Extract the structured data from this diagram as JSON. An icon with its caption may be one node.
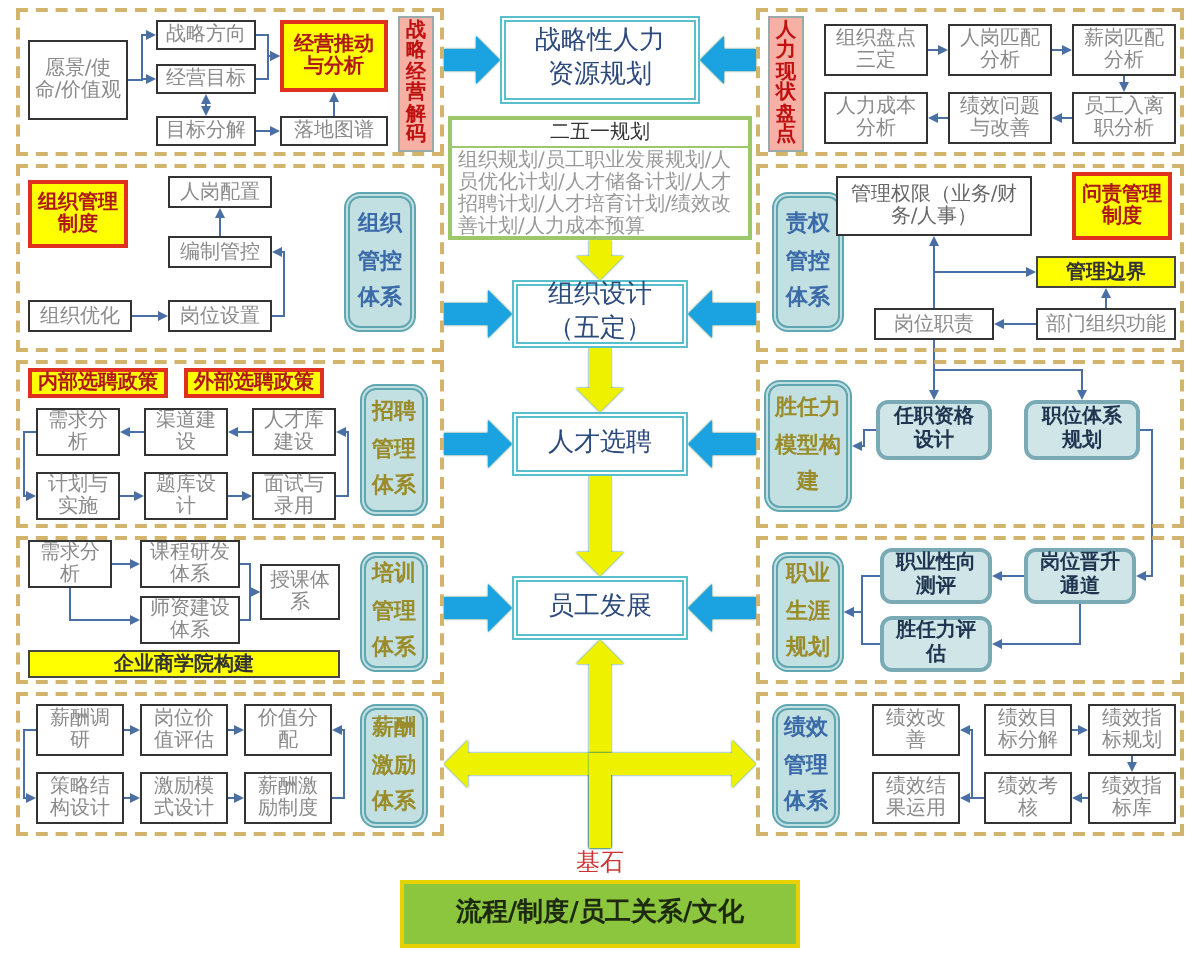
{
  "diagram": {
    "nodes": [
      {
        "text": [],
        "shape": "box"
      },
      {
        "text": [
          "愿景/使命/价值观"
        ],
        "in": 0
      },
      {
        "text": [
          "战略方向"
        ],
        "in": 0
      },
      {
        "text": [
          "经营目标"
        ],
        "in": 0
      },
      {
        "text": [
          "目标分解"
        ],
        "in": 0
      },
      {
        "text": [
          "落地图谱"
        ],
        "in": 0
      },
      {
        "text": [
          "经营推动与分析"
        ],
        "in": 0
      },
      {
        "text": [
          "战略经营解码"
        ],
        "in": 0
      },
      {
        "text": [
          "战略性人力资源规划"
        ]
      },
      {
        "text": [],
        "shape": "box"
      },
      {
        "text": [
          "人力现状盘点"
        ],
        "in": 9
      },
      {
        "text": [
          "组织盘点三定"
        ],
        "in": 9
      },
      {
        "text": [
          "人岗匹配分析"
        ],
        "in": 9
      },
      {
        "text": [
          "薪岗匹配分析"
        ],
        "in": 9
      },
      {
        "text": [
          "人力成本分析"
        ],
        "in": 9
      },
      {
        "text": [
          "绩效问题与改善"
        ],
        "in": 9
      },
      {
        "text": [
          "员工入离职分析"
        ],
        "in": 9
      },
      {
        "text": [
          "二五一规划",
          "组织规划/员工职业发展规划/人员优化计划/人才储备计划/人才招聘计划/人才培育计划/绩效改善计划/人力成本预算"
        ]
      },
      {
        "text": [],
        "shape": "box"
      },
      {
        "text": [
          "组织管理制度"
        ],
        "in": 18
      },
      {
        "text": [
          "人岗配置"
        ],
        "in": 18
      },
      {
        "text": [
          "编制管控"
        ],
        "in": 18
      },
      {
        "text": [
          "组织优化"
        ],
        "in": 18
      },
      {
        "text": [
          "岗位设置"
        ],
        "in": 18
      },
      {
        "text": [
          "组织管控体系"
        ],
        "in": 18
      },
      {
        "text": [
          "组织设计（五定）"
        ]
      },
      {
        "text": [],
        "shape": "box"
      },
      {
        "text": [
          "责权管控体系"
        ],
        "in": 26
      },
      {
        "text": [
          "管理权限（业务/财务/人事）"
        ],
        "in": 26
      },
      {
        "text": [
          "问责管理制度"
        ],
        "in": 26
      },
      {
        "text": [
          "管理边界"
        ],
        "in": 26
      },
      {
        "text": [
          "岗位职责"
        ],
        "in": 26
      },
      {
        "text": [
          "部门组织功能"
        ],
        "in": 26
      },
      {
        "text": [],
        "shape": "box"
      },
      {
        "text": [
          "内部选聘政策"
        ],
        "in": 33
      },
      {
        "text": [
          "外部选聘政策"
        ],
        "in": 33
      },
      {
        "text": [
          "需求分析"
        ],
        "in": 33
      },
      {
        "text": [
          "渠道建设"
        ],
        "in": 33
      },
      {
        "text": [
          "人才库建设"
        ],
        "in": 33
      },
      {
        "text": [
          "计划与实施"
        ],
        "in": 33
      },
      {
        "text": [
          "题库设计"
        ],
        "in": 33
      },
      {
        "text": [
          "面试与录用"
        ],
        "in": 33
      },
      {
        "text": [
          "招聘管理体系"
        ],
        "in": 33
      },
      {
        "text": [
          "人才选聘"
        ]
      },
      {
        "text": [],
        "shape": "box"
      },
      {
        "text": [
          "胜任力模型构建"
        ],
        "in": 44
      },
      {
        "text": [
          "任职资格设计"
        ],
        "in": 44
      },
      {
        "text": [
          "职位体系规划"
        ],
        "in": 44
      },
      {
        "text": [],
        "shape": "box"
      },
      {
        "text": [
          "需求分析"
        ],
        "in": 48
      },
      {
        "text": [
          "课程研发体系"
        ],
        "in": 48
      },
      {
        "text": [
          "师资建设体系"
        ],
        "in": 48
      },
      {
        "text": [
          "授课体系"
        ],
        "in": 48
      },
      {
        "text": [
          "企业商学院构建"
        ],
        "in": 48
      },
      {
        "text": [
          "培训管理体系"
        ],
        "in": 48
      },
      {
        "text": [
          "员工发展"
        ]
      },
      {
        "text": [],
        "shape": "box"
      },
      {
        "text": [
          "职业生涯规划"
        ],
        "in": 56
      },
      {
        "text": [
          "职业性向测评"
        ],
        "in": 56
      },
      {
        "text": [
          "岗位晋升通道"
        ],
        "in": 56
      },
      {
        "text": [
          "胜任力评估"
        ],
        "in": 56
      },
      {
        "text": [],
        "shape": "box"
      },
      {
        "text": [
          "薪酬调研"
        ],
        "in": 61
      },
      {
        "text": [
          "岗位价值评估"
        ],
        "in": 61
      },
      {
        "text": [
          "价值分配"
        ],
        "in": 61
      },
      {
        "text": [
          "策略结构设计"
        ],
        "in": 61
      },
      {
        "text": [
          "激励模式设计"
        ],
        "in": 61
      },
      {
        "text": [
          "薪酬激励制度"
        ],
        "in": 61
      },
      {
        "text": [
          "薪酬激励体系"
        ],
        "in": 61
      },
      {
        "text": [],
        "shape": "box"
      },
      {
        "text": [
          "绩效管理体系"
        ],
        "in": 69
      },
      {
        "text": [
          "绩效改善"
        ],
        "in": 69
      },
      {
        "text": [
          "绩效目标分解"
        ],
        "in": 69
      },
      {
        "text": [
          "绩效指标规划"
        ],
        "in": 69
      },
      {
        "text": [
          "绩效结果运用"
        ],
        "in": 69
      },
      {
        "text": [
          "绩效考核"
        ],
        "in": 69
      },
      {
        "text": [
          "绩效指标库"
        ],
        "in": 69
      },
      {
        "text": [
          "基石",
          "流程/制度/员工关系/文化"
        ]
      }
    ],
    "edges": [
      {
        "from": 1,
        "to": 2,
        "arrow": "to"
      },
      {
        "from": 1,
        "to": 3,
        "arrow": "to"
      },
      {
        "from": 2,
        "to": 6,
        "arrow": "to"
      },
      {
        "from": 3,
        "to": 6,
        "arrow": "to"
      },
      {
        "from": 4,
        "to": 3,
        "arrow": "both"
      },
      {
        "from": 4,
        "to": 5,
        "arrow": "to"
      },
      {
        "from": 5,
        "to": 6,
        "arrow": "to"
      },
      {
        "from": 11,
        "to": 12,
        "arrow": "to"
      },
      {
        "from": 12,
        "to": 13,
        "arrow": "to"
      },
      {
        "from": 13,
        "to": 16,
        "arrow": "to"
      },
      {
        "from": 16,
        "to": 15,
        "arrow": "to"
      },
      {
        "from": 15,
        "to": 14,
        "arrow": "to"
      },
      {
        "from": 0,
        "to": 8,
        "arrow": "to",
        "style": "thick",
        "color": "#1aa3e0"
      },
      {
        "from": 9,
        "to": 8,
        "arrow": "to",
        "style": "thick",
        "color": "#1aa3e0"
      },
      {
        "from": 17,
        "to": 25,
        "arrow": "to",
        "style": "thick",
        "color": "#eef200"
      },
      {
        "from": 22,
        "to": 23,
        "arrow": "to"
      },
      {
        "from": 23,
        "to": 21,
        "arrow": "to"
      },
      {
        "from": 21,
        "to": 20,
        "arrow": "to"
      },
      {
        "from": 18,
        "to": 25,
        "arrow": "to",
        "style": "thick",
        "color": "#1aa3e0"
      },
      {
        "from": 32,
        "to": 31,
        "arrow": "to"
      },
      {
        "from": 32,
        "to": 30,
        "arrow": "to"
      },
      {
        "from": 31,
        "to": 30,
        "arrow": "to"
      },
      {
        "from": 31,
        "to": 28,
        "arrow": "to"
      },
      {
        "from": 26,
        "to": 25,
        "arrow": "to",
        "style": "thick",
        "color": "#1aa3e0"
      },
      {
        "from": 25,
        "to": 43,
        "arrow": "to",
        "style": "thick",
        "color": "#eef200"
      },
      {
        "from": 37,
        "to": 36,
        "arrow": "to"
      },
      {
        "from": 38,
        "to": 37,
        "arrow": "to"
      },
      {
        "from": 36,
        "to": 39,
        "arrow": "to"
      },
      {
        "from": 39,
        "to": 40,
        "arrow": "to"
      },
      {
        "from": 40,
        "to": 41,
        "arrow": "to"
      },
      {
        "from": 41,
        "to": 38,
        "arrow": "to"
      },
      {
        "from": 33,
        "to": 43,
        "arrow": "to",
        "style": "thick",
        "color": "#1aa3e0"
      },
      {
        "from": 31,
        "to": 46,
        "arrow": "to"
      },
      {
        "from": 31,
        "to": 47,
        "arrow": "to"
      },
      {
        "from": 46,
        "to": 45,
        "arrow": "to"
      },
      {
        "from": 47,
        "to": 59,
        "arrow": "to"
      },
      {
        "from": 44,
        "to": 43,
        "arrow": "to",
        "style": "thick",
        "color": "#1aa3e0"
      },
      {
        "from": 43,
        "to": 55,
        "arrow": "to",
        "style": "thick",
        "color": "#eef200"
      },
      {
        "from": 49,
        "to": 50,
        "arrow": "to"
      },
      {
        "from": 49,
        "to": 51,
        "arrow": "to"
      },
      {
        "from": 50,
        "to": 52,
        "arrow": "to"
      },
      {
        "from": 51,
        "to": 52,
        "arrow": "to"
      },
      {
        "from": 48,
        "to": 55,
        "arrow": "to",
        "style": "thick",
        "color": "#1aa3e0"
      },
      {
        "from": 59,
        "to": 58,
        "arrow": "to"
      },
      {
        "from": 59,
        "to": 60,
        "arrow": "to"
      },
      {
        "from": 58,
        "to": 57,
        "arrow": "to"
      },
      {
        "from": 60,
        "to": 57,
        "arrow": "to"
      },
      {
        "from": 56,
        "to": 55,
        "arrow": "to",
        "style": "thick",
        "color": "#1aa3e0"
      },
      {
        "from": 62,
        "to": 63,
        "arrow": "to"
      },
      {
        "from": 63,
        "to": 64,
        "arrow": "to"
      },
      {
        "from": 62,
        "to": 65,
        "arrow": "to"
      },
      {
        "from": 65,
        "to": 66,
        "arrow": "to"
      },
      {
        "from": 66,
        "to": 67,
        "arrow": "to"
      },
      {
        "from": 67,
        "to": 64,
        "arrow": "to"
      },
      {
        "from": 72,
        "to": 73,
        "arrow": "to"
      },
      {
        "from": 73,
        "to": 76,
        "arrow": "to"
      },
      {
        "from": 76,
        "to": 75,
        "arrow": "to"
      },
      {
        "from": 75,
        "to": 74,
        "arrow": "to"
      },
      {
        "from": 75,
        "to": 71,
        "arrow": "to"
      },
      {
        "from": 77,
        "to": 55,
        "arrow": "to",
        "style": "thick",
        "color": "#eef200"
      },
      {
        "from": 77,
        "to": 61,
        "arrow": "to",
        "style": "thick",
        "color": "#eef200"
      },
      {
        "from": 77,
        "to": 69,
        "arrow": "to",
        "style": "thick",
        "color": "#eef200"
      }
    ]
  }
}
